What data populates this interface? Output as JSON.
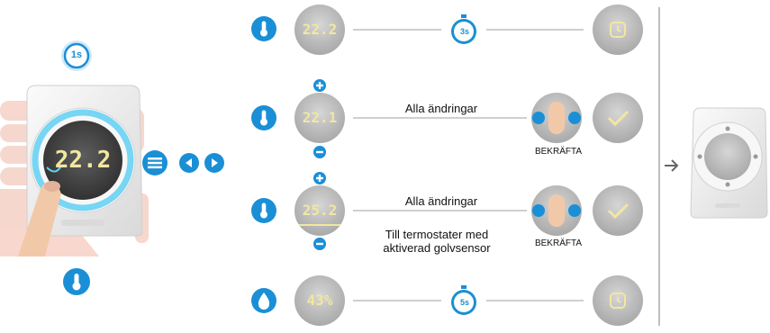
{
  "device": {
    "display": "22.2",
    "hold_time_badge": "1s"
  },
  "rows": [
    {
      "display": "22.2",
      "timer": "3s"
    },
    {
      "display": "22.1",
      "label": "Alla ändringar",
      "confirm_label": "BEKRÄFTA"
    },
    {
      "display": "25.2",
      "label": "Alla ändringar",
      "note_line1": "Till termostater med",
      "note_line2": "aktiverad golvsensor",
      "confirm_label": "BEKRÄFTA"
    },
    {
      "display": "43%",
      "timer": "5s"
    }
  ],
  "colors": {
    "accent": "#1a8fd6",
    "dial_grey": "#bdbdbd",
    "display_text": "#f2e7a0",
    "line": "#bfbfbf",
    "watermark": "#f6d3c9"
  }
}
